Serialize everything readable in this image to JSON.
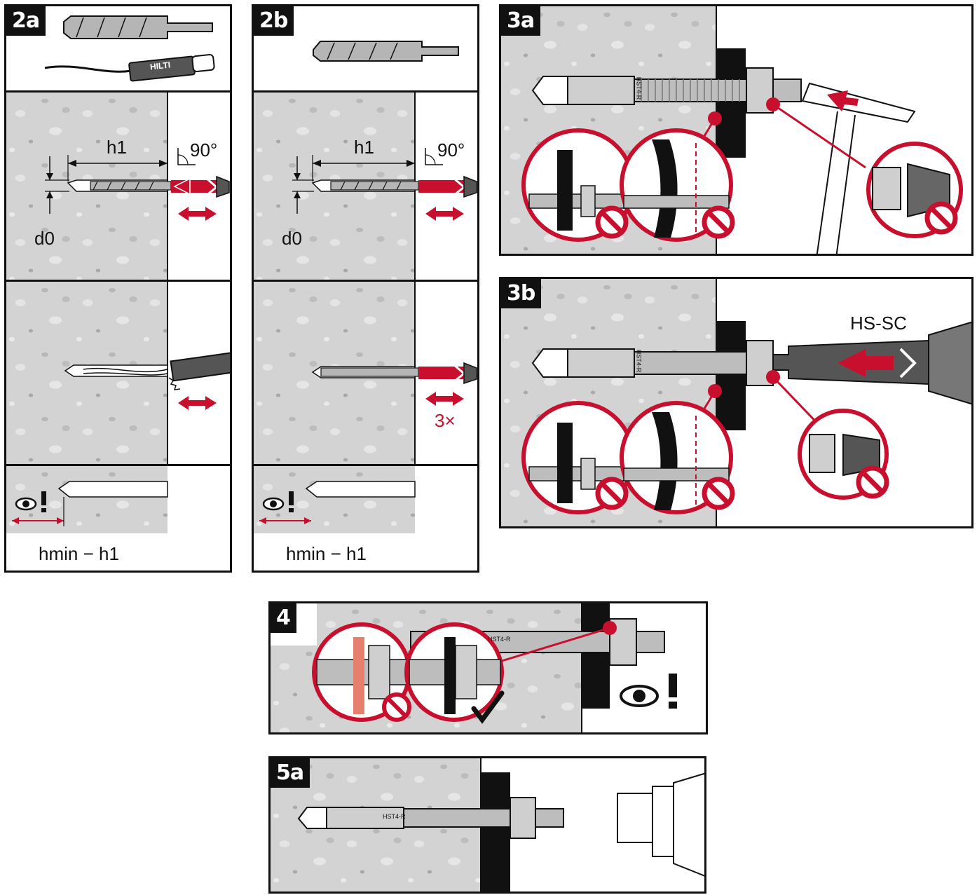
{
  "colors": {
    "accent_red": "#c8102e",
    "concrete": "#d3d3d3",
    "ink": "#111111"
  },
  "steps": {
    "s2a": {
      "tag": "2a",
      "tool_brand": "HILTI",
      "angle": "90°",
      "h1": "h1",
      "d0": "d0",
      "hmin": "hmin − h1"
    },
    "s2b": {
      "tag": "2b",
      "angle": "90°",
      "h1": "h1",
      "d0": "d0",
      "repeat": "3×",
      "hmin": "hmin − h1"
    },
    "s3a": {
      "tag": "3a",
      "anchor_mark": "HST4-R"
    },
    "s3b": {
      "tag": "3b",
      "tool_label": "HS-SC",
      "anchor_mark": "HST4-R"
    },
    "s4": {
      "tag": "4",
      "anchor_mark": "HST4-R"
    },
    "s5a": {
      "tag": "5a",
      "anchor_mark": "HST4-R"
    }
  },
  "icons": [
    "drill-bit-icon",
    "blow-pump-icon",
    "hammer-icon",
    "setting-tool-icon",
    "prohibited-icon",
    "checkmark-icon",
    "eye-warning-icon",
    "wrench-icon"
  ]
}
